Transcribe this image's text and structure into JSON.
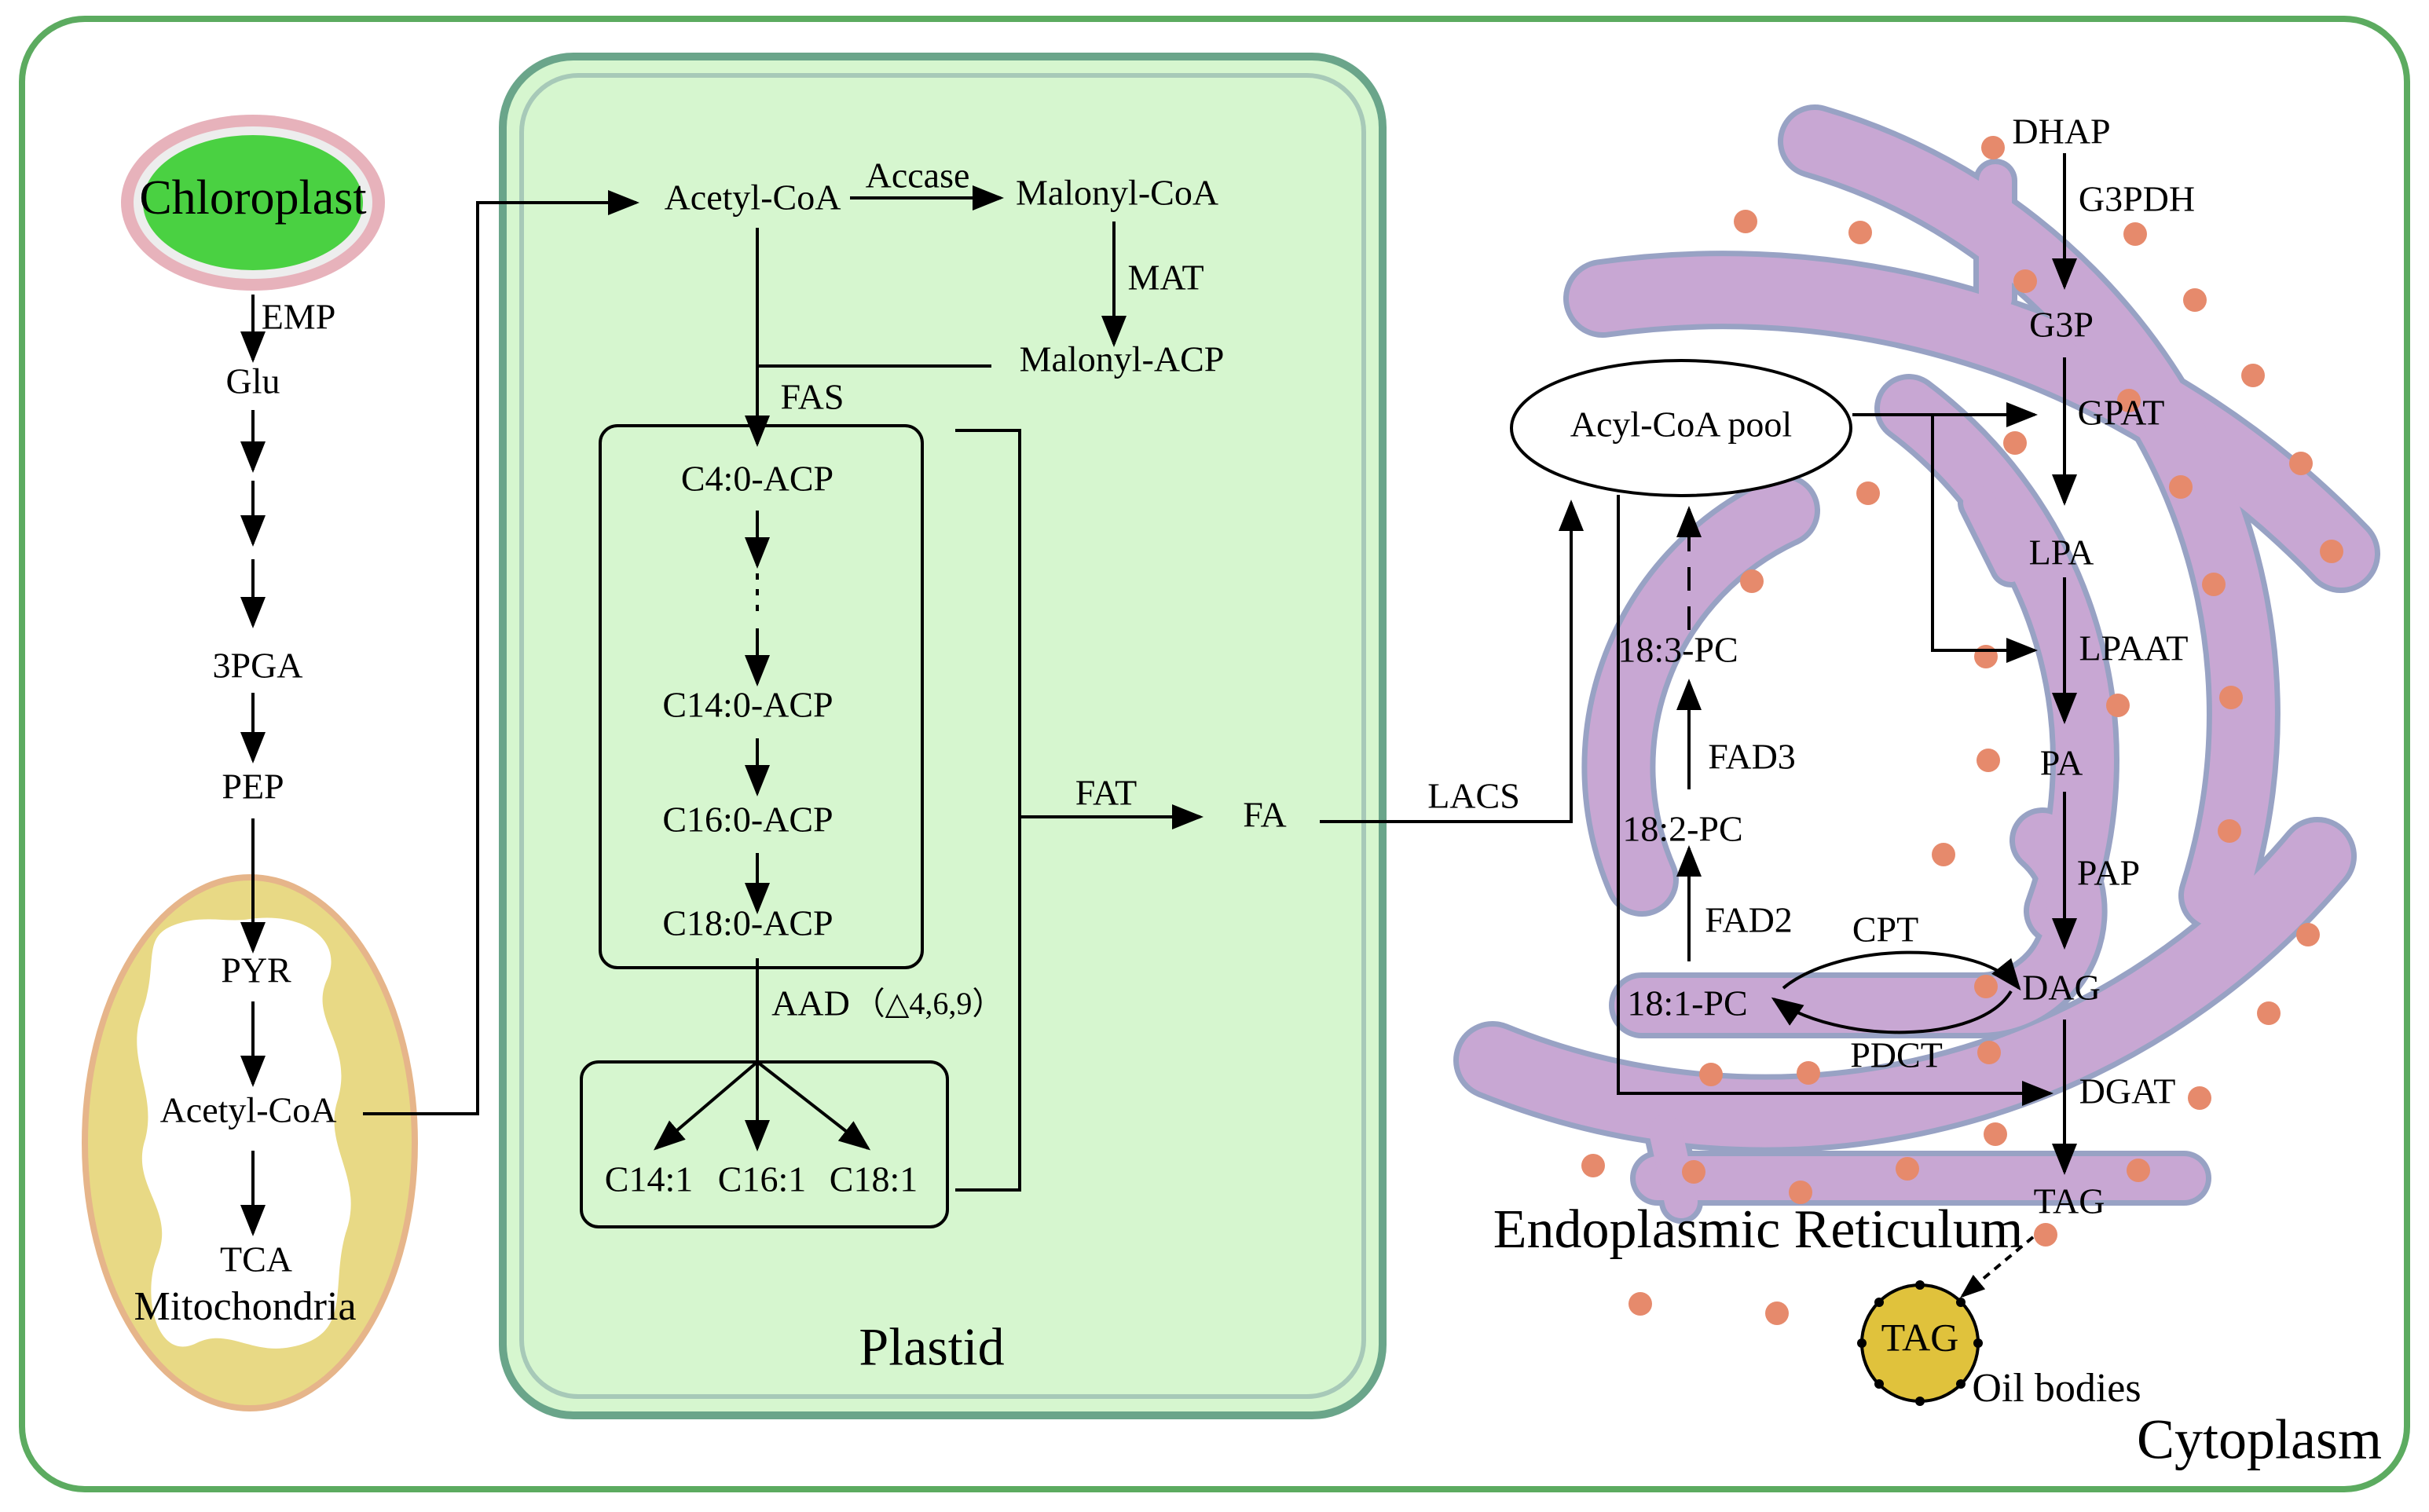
{
  "colors": {
    "cytoplasm_border": "#5cab60",
    "chloroplast_fill": "#4ad142",
    "chloroplast_ring": "#e7b2bb",
    "mito_fill": "#e8d985",
    "mito_border": "#e6b58a",
    "plastid_fill": "#d6f6cf",
    "plastid_border": "#6aa58a",
    "er_fill": "#c8a7d3",
    "er_border": "#98a2c4",
    "ribosome": "#e68a6c",
    "oil_body_fill": "#e0c23c"
  },
  "compartments": {
    "cytoplasm": "Cytoplasm",
    "chloroplast": "Chloroplast",
    "mitochondria": "Mitochondria",
    "plastid": "Plastid",
    "er": "Endoplasmic Reticulum",
    "oil_bodies": "Oil bodies"
  },
  "glycolysis": {
    "emp": "EMP",
    "glu": "Glu",
    "pga": "3PGA",
    "pep": "PEP",
    "pyr": "PYR",
    "acetyl_coa": "Acetyl-CoA",
    "tca": "TCA"
  },
  "plastid_pathway": {
    "acetyl_coa": "Acetyl-CoA",
    "accase": "Accase",
    "malonyl_coa": "Malonyl-CoA",
    "mat": "MAT",
    "malonyl_acp": "Malonyl-ACP",
    "fas": "FAS",
    "c4": "C4:0-ACP",
    "c14": "C14:0-ACP",
    "c16": "C16:0-ACP",
    "c18": "C18:0-ACP",
    "aad": "AAD",
    "aad_sites": "（△4,6,9）",
    "c14_1": "C14:1",
    "c16_1": "C16:1",
    "c18_1": "C18:1",
    "fat": "FAT",
    "fa": "FA"
  },
  "er_pathway": {
    "lacs": "LACS",
    "acyl_pool": "Acyl-CoA pool",
    "dhap": "DHAP",
    "g3pdh": "G3PDH",
    "g3p": "G3P",
    "gpat": "GPAT",
    "lpa": "LPA",
    "lpaat": "LPAAT",
    "pa": "PA",
    "pap": "PAP",
    "dag": "DAG",
    "dgat": "DGAT",
    "tag": "TAG",
    "pc_183": "18:3-PC",
    "fad3": "FAD3",
    "pc_182": "18:2-PC",
    "fad2": "FAD2",
    "pc_181": "18:1-PC",
    "cpt": "CPT",
    "pdct": "PDCT",
    "oil_tag": "TAG"
  }
}
